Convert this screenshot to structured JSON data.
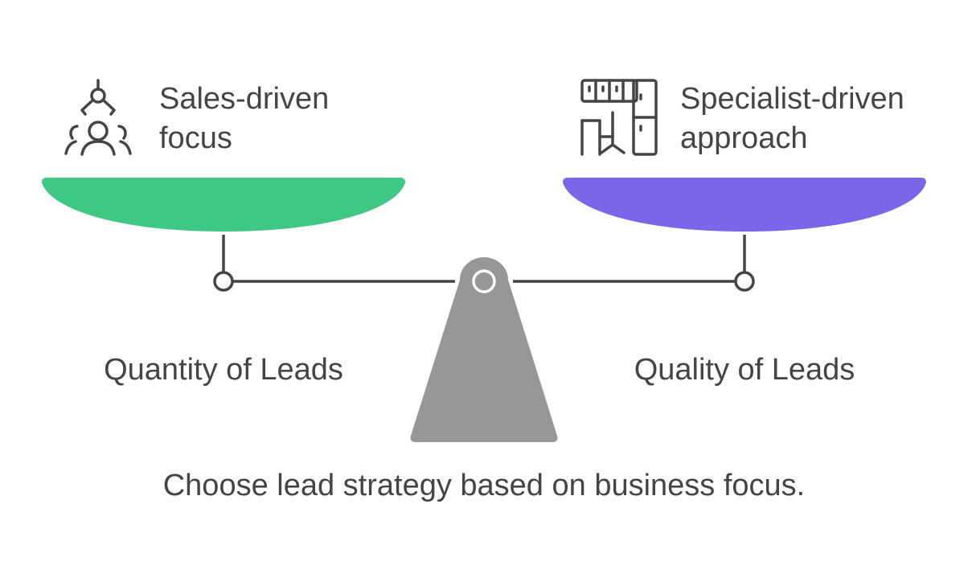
{
  "left_side": {
    "title_line1": "Sales-driven",
    "title_line2": "focus",
    "label": "Quantity of Leads",
    "pan_color": "#3EC785",
    "icon": "sales-team-icon"
  },
  "right_side": {
    "title_line1": "Specialist-driven",
    "title_line2": "approach",
    "label": "Quality of Leads",
    "pan_color": "#7B66EA",
    "icon": "office-workspace-icon"
  },
  "caption": "Choose lead strategy based on business focus.",
  "colors": {
    "fulcrum": "#979797",
    "beam": "#454545",
    "text": "#454545"
  }
}
